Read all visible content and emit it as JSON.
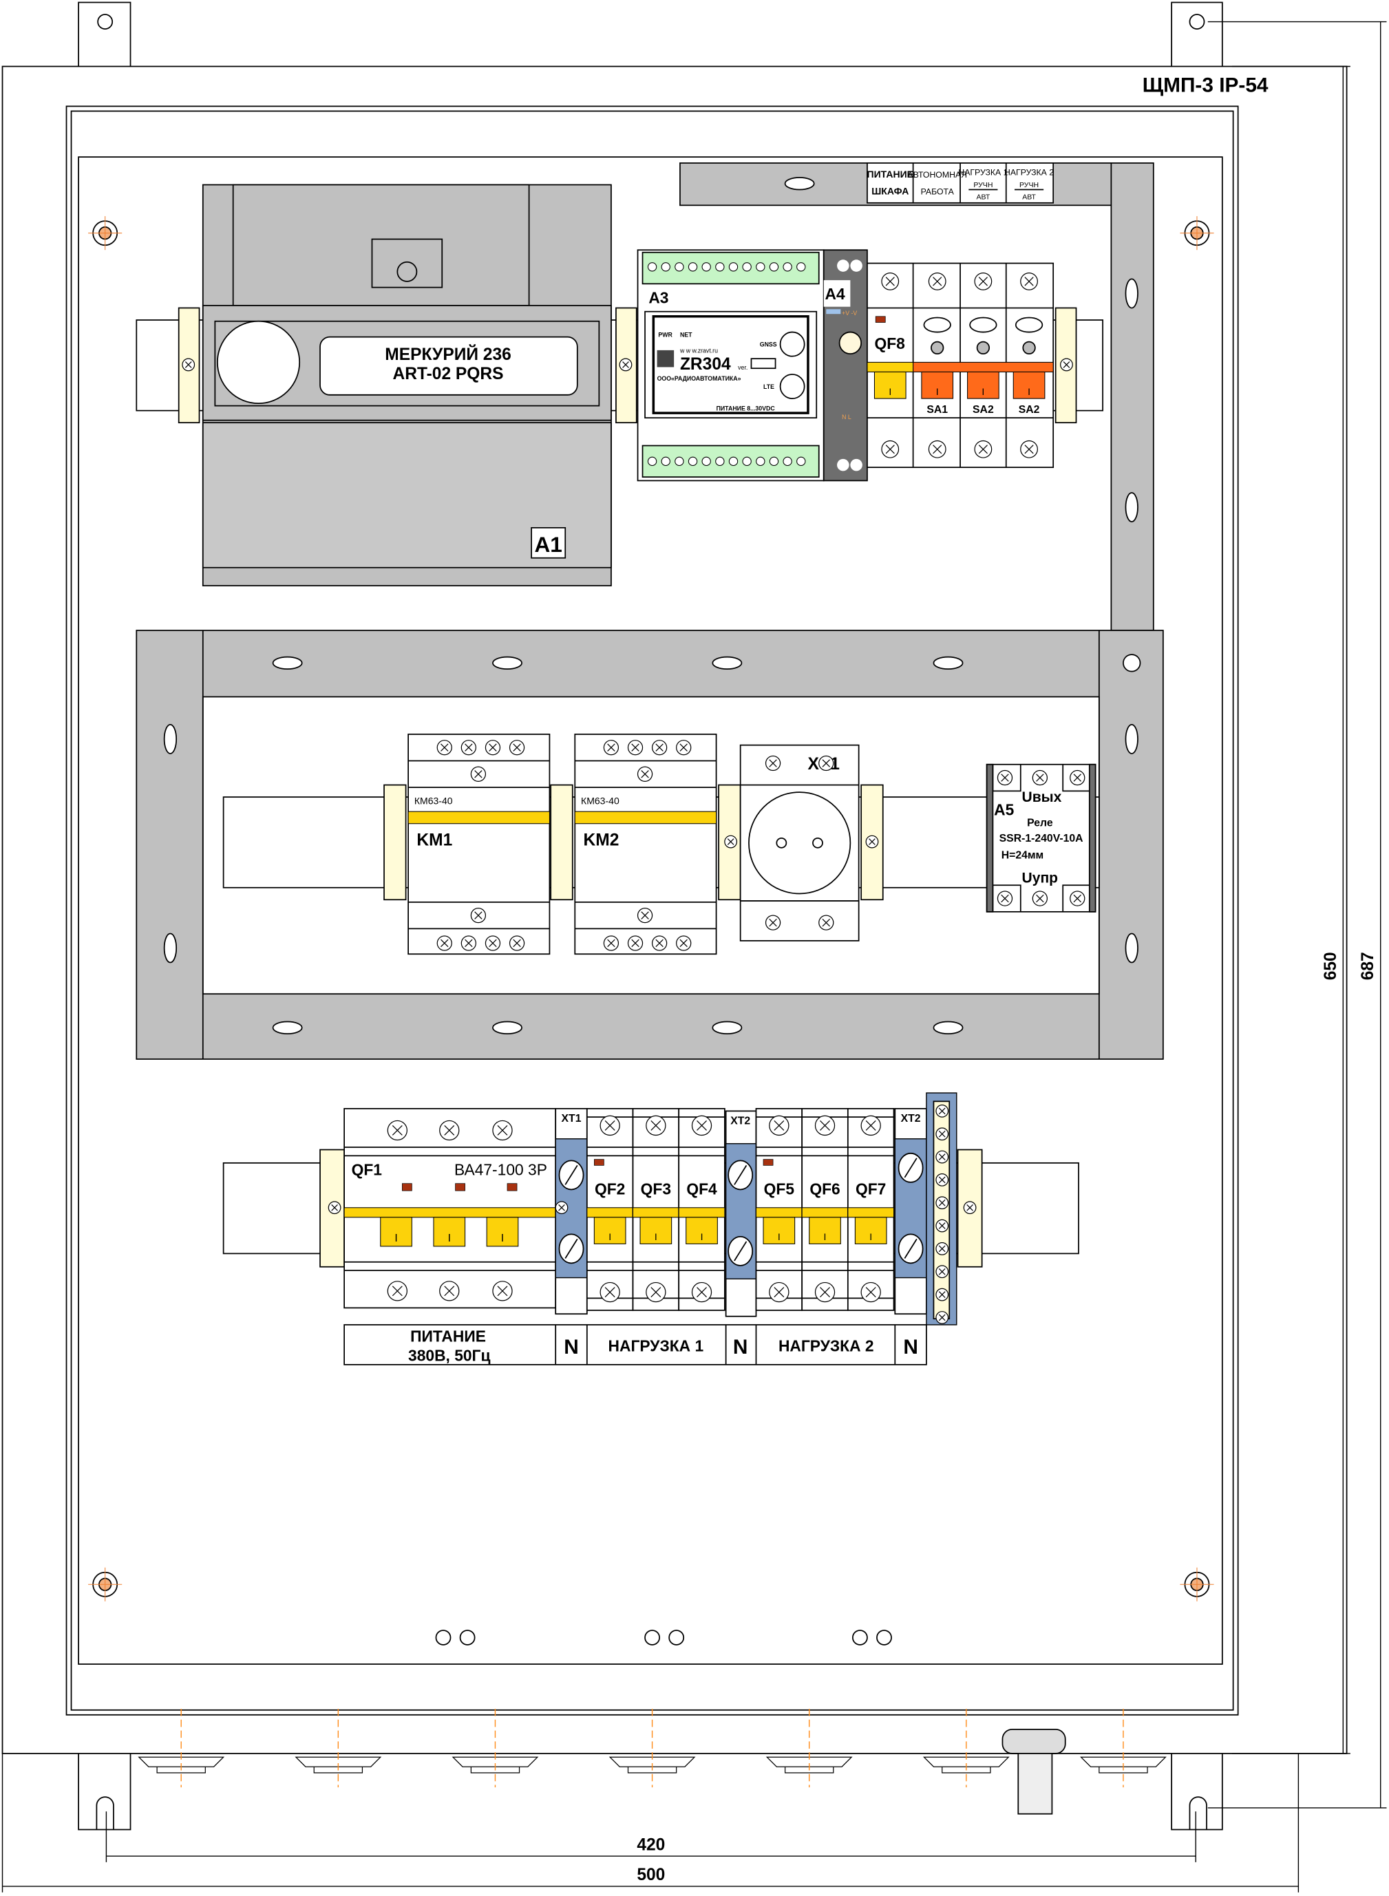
{
  "title": "ЩМП-3 IP-54",
  "dimensions": {
    "height_inner": "650",
    "height_outer": "687",
    "width_inner": "420",
    "width_outer": "500"
  },
  "label_panel": [
    {
      "line1": "ПИТАНИЕ",
      "line2": "ШКАФА"
    },
    {
      "line1": "АВТОНОМНАЯ",
      "line2": "РАБОТА"
    },
    {
      "line1": "НАГРУЗКА 1",
      "line2": "РУЧН",
      "line3": "АВТ"
    },
    {
      "line1": "НАГРУЗКА 2",
      "line2": "РУЧН",
      "line3": "АВТ"
    }
  ],
  "meter": {
    "name_line1": "МЕРКУРИЙ 236",
    "name_line2": "ART-02 PQRS",
    "ref": "A1"
  },
  "modem": {
    "ref": "A3",
    "model": "ZR304",
    "url": "w w w.zravt.ru",
    "ver": "ver.",
    "pwr": "PWR",
    "net": "NET",
    "gnss": "GNSS",
    "lte": "LTE",
    "maker": "ООО«РАДИОАВТОМАТИКА»",
    "power": "ПИТАНИЕ 8...30VDC"
  },
  "psu": {
    "ref": "A4",
    "out": "+V -V",
    "in": "N  L"
  },
  "qf8": {
    "ref": "QF8",
    "mark": "I"
  },
  "switches": [
    {
      "ref": "SA1",
      "mark": "I"
    },
    {
      "ref": "SA2",
      "mark": "I"
    },
    {
      "ref": "SA2",
      "mark": "I"
    }
  ],
  "contactors": [
    {
      "ref": "KM1",
      "model": "КМ63-40"
    },
    {
      "ref": "KM2",
      "model": "КМ63-40"
    }
  ],
  "socket": {
    "ref": "XS1"
  },
  "relay": {
    "ref": "A5",
    "uout": "Uвых",
    "name": "Реле",
    "model": "SSR-1-240V-10A",
    "height": "H=24мм",
    "uctl": "Uупр"
  },
  "main_breaker": {
    "ref": "QF1",
    "model": "ВА47-100 3P",
    "mark": "I"
  },
  "breakers": [
    {
      "ref": "QF2",
      "mark": "I"
    },
    {
      "ref": "QF3",
      "mark": "I"
    },
    {
      "ref": "QF4",
      "mark": "I"
    },
    {
      "ref": "QF5",
      "mark": "I"
    },
    {
      "ref": "QF6",
      "mark": "I"
    },
    {
      "ref": "QF7",
      "mark": "I"
    }
  ],
  "terminals": [
    "XT1",
    "XT2",
    "XT2"
  ],
  "bottom_labels": {
    "power_line1": "ПИТАНИЕ",
    "power_line2": "380В, 50Гц",
    "n": "N",
    "load1": "НАГРУЗКА 1",
    "load2": "НАГРУЗКА 2"
  }
}
